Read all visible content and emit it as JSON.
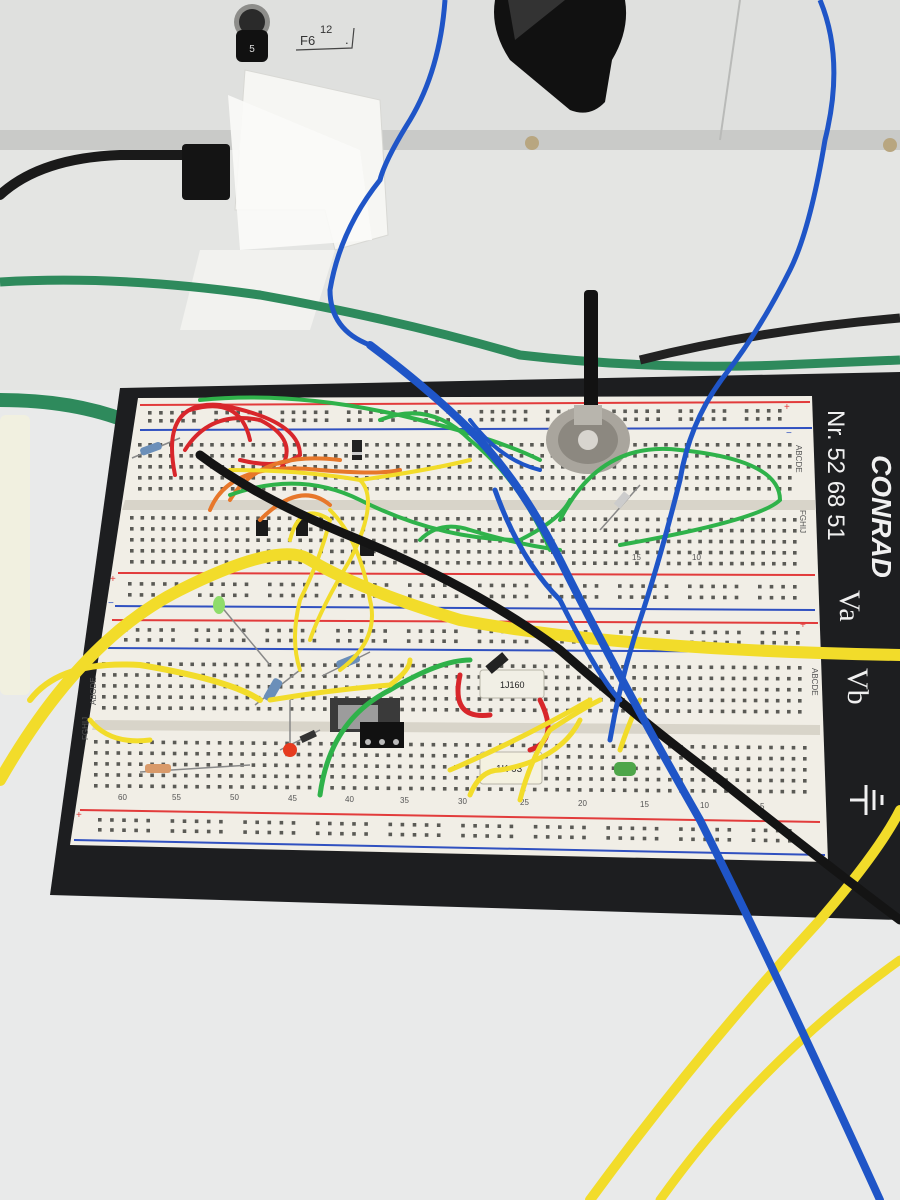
{
  "panel": {
    "label_socket": "F6",
    "label_superscript": "12",
    "label_dot": ".",
    "socket_number": "5"
  },
  "breadboard": {
    "brand": "CONRAD",
    "model": "Nr. 52 68 51",
    "rail_a": "Va",
    "rail_b": "Vb",
    "row_letters_top": "ABCDE",
    "row_letters_mid": "FGHIJ",
    "row_letters_left_top": "FGHIJ",
    "row_letters_left_bottom": "ABCDE",
    "column_numbers_top": [
      "10",
      "15"
    ],
    "column_numbers_bottom": [
      "60",
      "55",
      "50",
      "45",
      "40",
      "35",
      "30",
      "25",
      "20",
      "15",
      "10",
      "5"
    ],
    "plus_sign": "+",
    "minus_sign": "−"
  },
  "components": {
    "capacitor_top_label": "1J160",
    "capacitor_bottom_label": "1K 63"
  },
  "colors": {
    "board_frame": "#1d1e20",
    "board_face": "#f1eee6",
    "wire_yellow": "#f2dc2a",
    "wire_blue": "#1f55c7",
    "wire_green": "#2fb24a",
    "wire_red": "#d8262b",
    "wire_black": "#141414",
    "wire_orange": "#e7772a",
    "rail_red": "#e23b3b",
    "rail_blue": "#3050c0"
  }
}
